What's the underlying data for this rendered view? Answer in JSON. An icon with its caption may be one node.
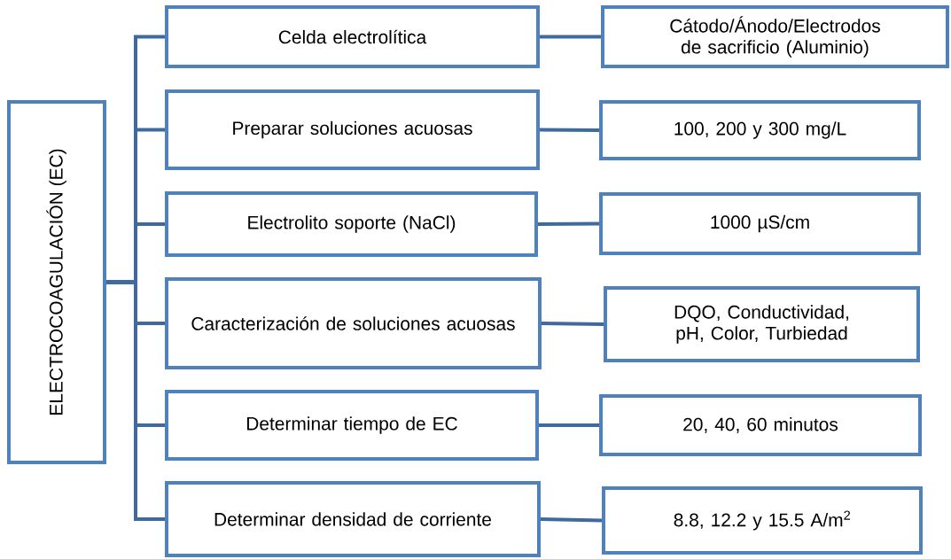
{
  "diagram": {
    "nodes": [
      {
        "text": [
          "ELECTROCOAGULACIÓN (EC)"
        ]
      },
      {
        "text": [
          "Celda electrolítica"
        ]
      },
      {
        "text": [
          "Cátodo/Ánodo/Electrodos de sacrificio (Aluminio)"
        ]
      },
      {
        "text": [
          "Preparar soluciones acuosas"
        ]
      },
      {
        "text": [
          "100, 200 y 300 mg/L"
        ]
      },
      {
        "text": [
          "Electrolito soporte (NaCl)"
        ]
      },
      {
        "text": [
          "1000 µS/cm"
        ]
      },
      {
        "text": [
          "Caracterización de soluciones acuosas"
        ]
      },
      {
        "text": [
          "DQO, Conductividad, pH, Color, Turbiedad"
        ]
      },
      {
        "text": [
          "Determinar tiempo de EC"
        ]
      },
      {
        "text": [
          "20, 40, 60 minutos"
        ]
      },
      {
        "text": [
          "Determinar densidad de corriente"
        ]
      },
      {
        "text": [
          "8.8, 12.2 y 15.5 A/m$^{2}$"
        ]
      }
    ],
    "edges": [
      {
        "from": 0,
        "to": 1,
        "arrow": "none"
      },
      {
        "from": 0,
        "to": 3,
        "arrow": "none"
      },
      {
        "from": 0,
        "to": 5,
        "arrow": "none"
      },
      {
        "from": 0,
        "to": 7,
        "arrow": "none"
      },
      {
        "from": 0,
        "to": 9,
        "arrow": "none"
      },
      {
        "from": 0,
        "to": 11,
        "arrow": "none"
      },
      {
        "from": 1,
        "to": 2,
        "arrow": "none"
      },
      {
        "from": 3,
        "to": 4,
        "arrow": "none"
      },
      {
        "from": 5,
        "to": 6,
        "arrow": "none"
      },
      {
        "from": 7,
        "to": 8,
        "arrow": "none"
      },
      {
        "from": 9,
        "to": 10,
        "arrow": "none"
      },
      {
        "from": 11,
        "to": 12,
        "arrow": "none"
      }
    ]
  }
}
